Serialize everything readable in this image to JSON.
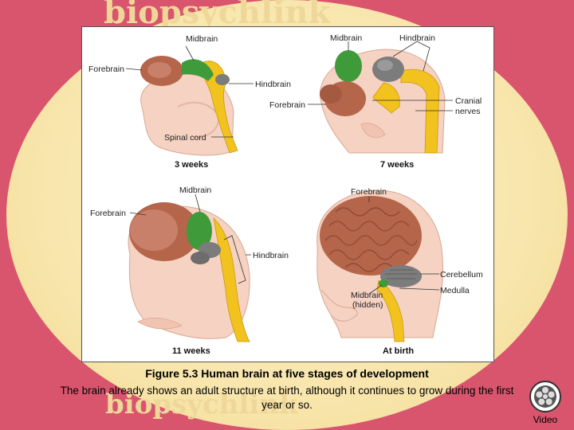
{
  "figure": {
    "panels": [
      {
        "stage": "3 weeks",
        "labels": {
          "midbrain": "Midbrain",
          "forebrain": "Forebrain",
          "hindbrain": "Hindbrain",
          "spinal_cord": "Spinal cord"
        }
      },
      {
        "stage": "7 weeks",
        "labels": {
          "midbrain": "Midbrain",
          "hindbrain": "Hindbrain",
          "forebrain": "Forebrain",
          "cranial_nerves_1": "Cranial",
          "cranial_nerves_2": "nerves"
        }
      },
      {
        "stage": "11 weeks",
        "labels": {
          "midbrain": "Midbrain",
          "forebrain": "Forebrain",
          "hindbrain": "Hindbrain"
        }
      },
      {
        "stage": "At birth",
        "labels": {
          "forebrain": "Forebrain",
          "cerebellum": "Cerebellum",
          "medulla": "Medulla",
          "midbrain_1": "Midbrain",
          "midbrain_2": "(hidden)"
        }
      }
    ]
  },
  "caption": {
    "title": "Figure 5.3  Human brain at five stages of development",
    "text": "The brain already shows an adult structure at birth, although it continues to grow during the first year or so."
  },
  "video": {
    "label": "Video",
    "icon": "film-reel-icon"
  },
  "watermark": {
    "text": "biopsychlink"
  },
  "colors": {
    "background": "#d9556e",
    "oval": "#f8e6ad",
    "forebrain": "#b5654a",
    "midbrain": "#3f9a3a",
    "hindbrain": "#7c7c7c",
    "spinal_cord": "#f2c21f",
    "skin": "#f5d2c2"
  }
}
